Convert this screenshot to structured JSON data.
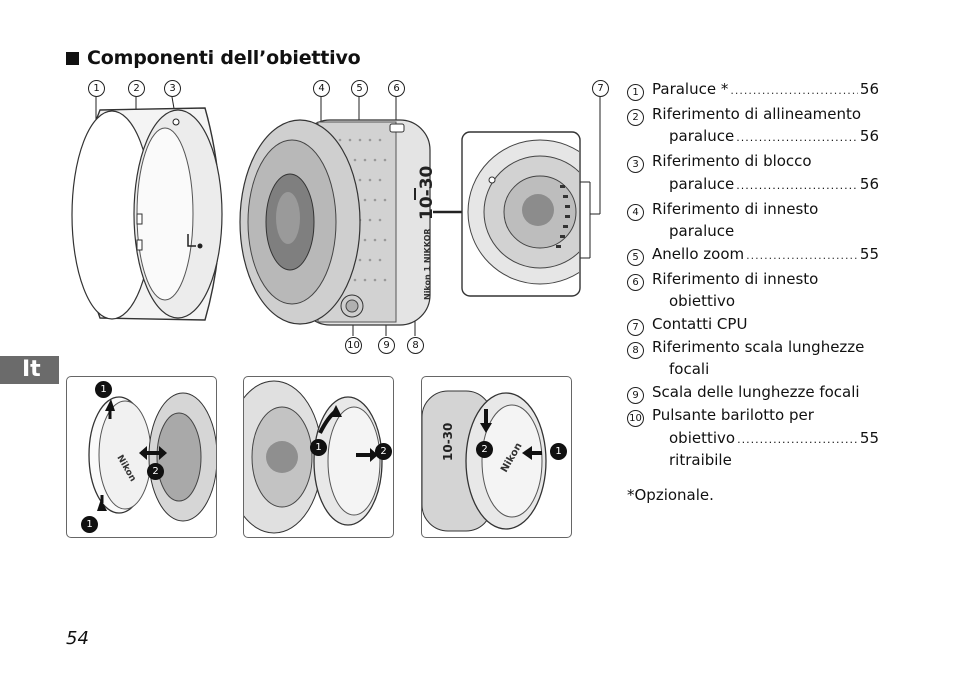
{
  "heading": "Componenti dell’obiettivo",
  "language_tab": "It",
  "page_number": "54",
  "callouts": [
    "1",
    "2",
    "3",
    "4",
    "5",
    "6",
    "7",
    "8",
    "9",
    "10"
  ],
  "lens_markings": {
    "focal_range": "10-30",
    "brand_line": "Nikon 1 NIKKOR",
    "cap_brand": "Nikon"
  },
  "step_markers": [
    "1",
    "2"
  ],
  "legend": [
    {
      "num": "1",
      "lines": [
        "Paraluce *"
      ],
      "page": "56"
    },
    {
      "num": "2",
      "lines": [
        "Riferimento di allineamento",
        "paraluce"
      ],
      "page": "56"
    },
    {
      "num": "3",
      "lines": [
        "Riferimento di blocco",
        "paraluce"
      ],
      "page": "56"
    },
    {
      "num": "4",
      "lines": [
        "Riferimento di innesto",
        "paraluce"
      ],
      "page": ""
    },
    {
      "num": "5",
      "lines": [
        "Anello zoom"
      ],
      "page": "55"
    },
    {
      "num": "6",
      "lines": [
        "Riferimento di innesto",
        "obiettivo"
      ],
      "page": ""
    },
    {
      "num": "7",
      "lines": [
        "Contatti CPU"
      ],
      "page": ""
    },
    {
      "num": "8",
      "lines": [
        "Riferimento scala lunghezze",
        "focali"
      ],
      "page": ""
    },
    {
      "num": "9",
      "lines": [
        "Scala delle lunghezze focali"
      ],
      "page": ""
    },
    {
      "num": "10",
      "lines": [
        "Pulsante barilotto per",
        "obiettivo ritraibile"
      ],
      "page": "55"
    }
  ],
  "footnote": "*Opzionale."
}
